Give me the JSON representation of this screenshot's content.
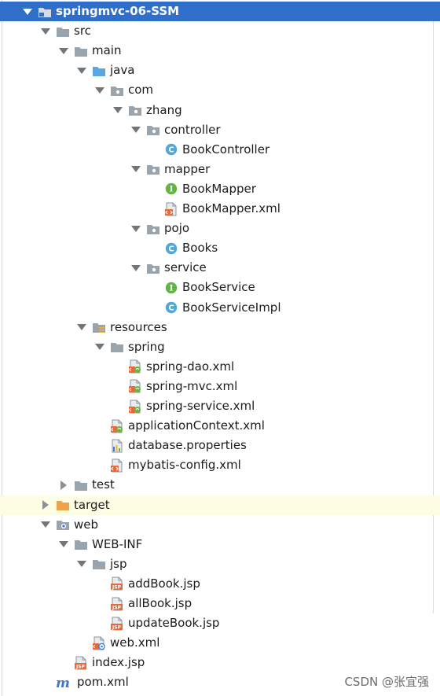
{
  "project_tree": {
    "rows": [
      {
        "label": "springmvc-06-SSM",
        "icon": "module-folder-icon",
        "arrow": "expanded",
        "depth": 0,
        "selected": true
      },
      {
        "label": "src",
        "icon": "folder-icon",
        "arrow": "expanded",
        "depth": 1
      },
      {
        "label": "main",
        "icon": "folder-icon",
        "arrow": "expanded",
        "depth": 2
      },
      {
        "label": "java",
        "icon": "source-folder-icon",
        "arrow": "expanded",
        "depth": 3
      },
      {
        "label": "com",
        "icon": "package-icon",
        "arrow": "expanded",
        "depth": 4
      },
      {
        "label": "zhang",
        "icon": "package-icon",
        "arrow": "expanded",
        "depth": 5
      },
      {
        "label": "controller",
        "icon": "package-icon",
        "arrow": "expanded",
        "depth": 6
      },
      {
        "label": "BookController",
        "icon": "class-icon",
        "arrow": "none",
        "depth": 7
      },
      {
        "label": "mapper",
        "icon": "package-icon",
        "arrow": "expanded",
        "depth": 6
      },
      {
        "label": "BookMapper",
        "icon": "interface-icon",
        "arrow": "none",
        "depth": 7
      },
      {
        "label": "BookMapper.xml",
        "icon": "xml-file-icon",
        "arrow": "none",
        "depth": 7
      },
      {
        "label": "pojo",
        "icon": "package-icon",
        "arrow": "expanded",
        "depth": 6
      },
      {
        "label": "Books",
        "icon": "class-icon",
        "arrow": "none",
        "depth": 7
      },
      {
        "label": "service",
        "icon": "package-icon",
        "arrow": "expanded",
        "depth": 6
      },
      {
        "label": "BookService",
        "icon": "interface-icon",
        "arrow": "none",
        "depth": 7
      },
      {
        "label": "BookServiceImpl",
        "icon": "class-icon",
        "arrow": "none",
        "depth": 7
      },
      {
        "label": "resources",
        "icon": "resources-folder-icon",
        "arrow": "expanded",
        "depth": 3
      },
      {
        "label": "spring",
        "icon": "folder-icon",
        "arrow": "expanded",
        "depth": 4
      },
      {
        "label": "spring-dao.xml",
        "icon": "spring-xml-icon",
        "arrow": "none",
        "depth": 5
      },
      {
        "label": "spring-mvc.xml",
        "icon": "spring-xml-icon",
        "arrow": "none",
        "depth": 5
      },
      {
        "label": "spring-service.xml",
        "icon": "spring-xml-icon",
        "arrow": "none",
        "depth": 5
      },
      {
        "label": "applicationContext.xml",
        "icon": "spring-xml-icon",
        "arrow": "none",
        "depth": 4
      },
      {
        "label": "database.properties",
        "icon": "properties-file-icon",
        "arrow": "none",
        "depth": 4
      },
      {
        "label": "mybatis-config.xml",
        "icon": "xml-file-icon",
        "arrow": "none",
        "depth": 4
      },
      {
        "label": "test",
        "icon": "folder-icon",
        "arrow": "collapsed",
        "depth": 2
      },
      {
        "label": "target",
        "icon": "excluded-folder-icon",
        "arrow": "collapsed",
        "depth": 1,
        "highlight": true
      },
      {
        "label": "web",
        "icon": "web-folder-icon",
        "arrow": "expanded",
        "depth": 1
      },
      {
        "label": "WEB-INF",
        "icon": "folder-icon",
        "arrow": "expanded",
        "depth": 2
      },
      {
        "label": "jsp",
        "icon": "folder-icon",
        "arrow": "expanded",
        "depth": 3
      },
      {
        "label": "addBook.jsp",
        "icon": "jsp-file-icon",
        "arrow": "none",
        "depth": 4
      },
      {
        "label": "allBook.jsp",
        "icon": "jsp-file-icon",
        "arrow": "none",
        "depth": 4
      },
      {
        "label": "updateBook.jsp",
        "icon": "jsp-file-icon",
        "arrow": "none",
        "depth": 4
      },
      {
        "label": "web.xml",
        "icon": "web-xml-icon",
        "arrow": "none",
        "depth": 3
      },
      {
        "label": "index.jsp",
        "icon": "jsp-file-icon",
        "arrow": "none",
        "depth": 2
      },
      {
        "label": "pom.xml",
        "icon": "maven-pom-icon",
        "arrow": "none",
        "depth": 1
      }
    ]
  },
  "watermark": "CSDN @张宜强",
  "colors": {
    "selection": "#2f6fc9",
    "highlight_row": "#fdfde4",
    "folder": "#9aa4ad",
    "source_folder": "#5aa6e3",
    "excluded_folder": "#f0a24a",
    "class_badge": "#4fa8d8",
    "interface_badge": "#62b543",
    "xml_accent": "#e86a3a",
    "spring_green": "#6db33f"
  }
}
